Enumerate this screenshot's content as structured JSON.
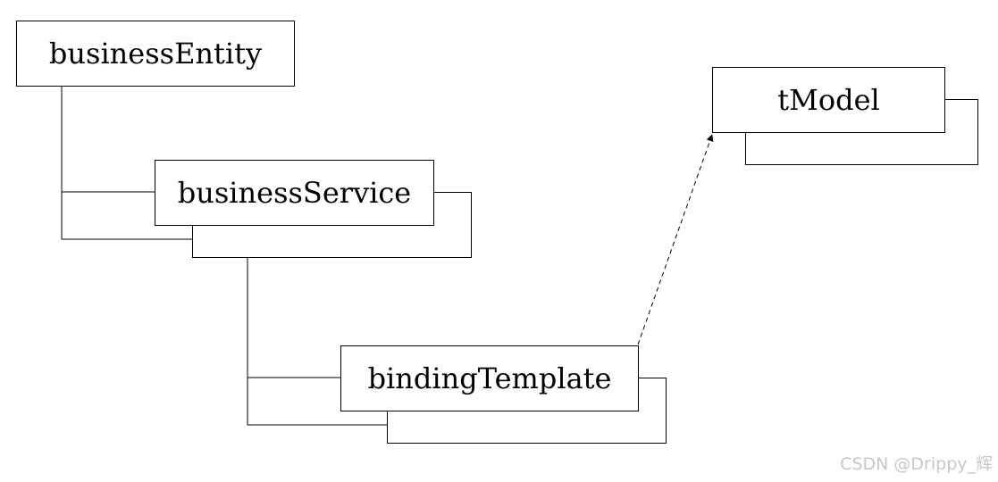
{
  "nodes": {
    "business_entity": "businessEntity",
    "business_service": "businessService",
    "binding_template": "bindingTemplate",
    "t_model": "tModel"
  },
  "watermark": "CSDN @Drippy_辉",
  "colors": {
    "line": "#000000",
    "background": "#ffffff",
    "watermark": "#c8c8c8"
  }
}
